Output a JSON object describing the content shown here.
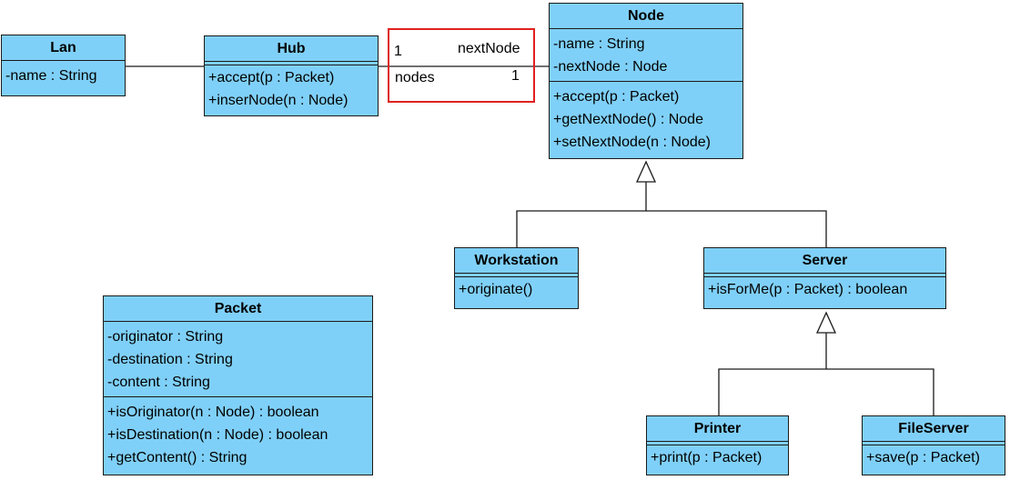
{
  "classes": {
    "lan": {
      "name": "Lan",
      "attributes": [
        "-name : String"
      ],
      "operations": []
    },
    "hub": {
      "name": "Hub",
      "attributes": [],
      "operations": [
        "+accept(p : Packet)",
        "+inserNode(n : Node)"
      ]
    },
    "node": {
      "name": "Node",
      "attributes": [
        "-name : String",
        "-nextNode : Node"
      ],
      "operations": [
        "+accept(p : Packet)",
        "+getNextNode() : Node",
        "+setNextNode(n : Node)"
      ]
    },
    "workstation": {
      "name": "Workstation",
      "attributes": [],
      "operations": [
        "+originate()"
      ]
    },
    "server": {
      "name": "Server",
      "attributes": [],
      "operations": [
        "+isForMe(p : Packet) : boolean"
      ]
    },
    "packet": {
      "name": "Packet",
      "attributes": [
        "-originator : String",
        "-destination : String",
        "-content : String"
      ],
      "operations": [
        "+isOriginator(n : Node) : boolean",
        "+isDestination(n : Node) : boolean",
        "+getContent() : String"
      ]
    },
    "printer": {
      "name": "Printer",
      "attributes": [],
      "operations": [
        "+print(p : Packet)"
      ]
    },
    "fileserver": {
      "name": "FileServer",
      "attributes": [],
      "operations": [
        "+save(p : Packet)"
      ]
    }
  },
  "association": {
    "hub_end_multiplicity": "1",
    "hub_end_role": "nextNode",
    "node_end_role": "nodes",
    "node_end_multiplicity": "1"
  },
  "colors": {
    "class_fill": "#7fd0f8",
    "border": "#1a1a1a",
    "highlight": "#e02020"
  }
}
